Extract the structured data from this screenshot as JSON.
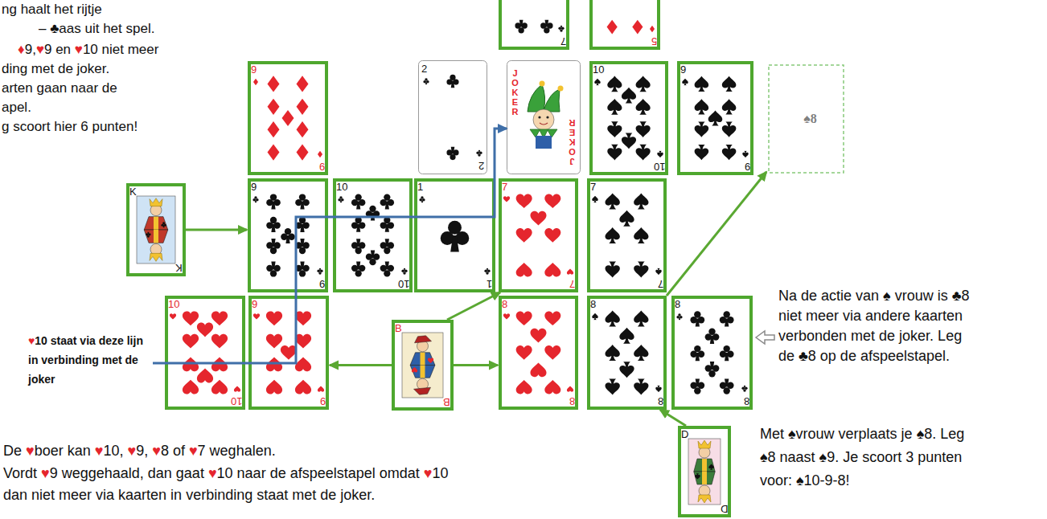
{
  "diagram": {
    "nodes": [
      {
        "text": [
          "7"
        ]
      },
      {
        "text": [
          "5"
        ]
      },
      {
        "text": [
          "9",
          "9"
        ]
      },
      {
        "text": [
          "2",
          "2"
        ]
      },
      {
        "text": [
          "JOKER",
          "JOKER"
        ]
      },
      {
        "text": [
          "10",
          "10"
        ]
      },
      {
        "text": [
          "9",
          "9"
        ]
      },
      {
        "text": [
          "♠8"
        ]
      },
      {
        "text": [
          "K",
          "K"
        ]
      },
      {
        "text": [
          "9",
          "9"
        ]
      },
      {
        "text": [
          "10",
          "10"
        ]
      },
      {
        "text": [
          "1",
          "1"
        ]
      },
      {
        "text": [
          "7",
          "7"
        ]
      },
      {
        "text": [
          "7",
          "7"
        ]
      },
      {
        "text": [
          "10",
          "10"
        ]
      },
      {
        "text": [
          "9",
          "9"
        ]
      },
      {
        "text": [
          "B",
          "B"
        ]
      },
      {
        "text": [
          "8",
          "8"
        ]
      },
      {
        "text": [
          "8",
          "8"
        ]
      },
      {
        "text": [
          "8",
          "8"
        ]
      },
      {
        "text": [
          "D",
          "D"
        ]
      }
    ],
    "edges": [
      {
        "from": 8,
        "to": 9,
        "arrow": "to"
      },
      {
        "from": 16,
        "to": 15,
        "arrow": "to"
      },
      {
        "from": 16,
        "to": 17,
        "arrow": "to"
      },
      {
        "from": 16,
        "to": 12,
        "arrow": "to"
      },
      {
        "from": 20,
        "to": 18,
        "arrow": "to"
      },
      {
        "from": 18,
        "to": 7,
        "arrow": "to"
      },
      {
        "from": 14,
        "to": 4,
        "arrow": "to"
      }
    ],
    "labels": [
      "ng haalt het rijtje",
      "– ♣aas uit het spel.",
      "♦9,♥9 en ♥10 niet meer",
      "ding met de joker.",
      "arten gaan naar de",
      "apel.",
      "g scoort hier 6 punten!",
      "♥10 staat via deze lijn in verbinding met de joker",
      "De ♥boer kan ♥10, ♥9, ♥8 of ♥7 weghalen.",
      "Vordt ♥9 weggehaald, dan gaat ♥10 naar de afspeelstapel omdat ♥10 dan niet meer via kaarten in verbinding staat met de joker.",
      "Na de actie van ♠ vrouw is ♣8 niet meer via andere kaarten verbonden met de joker. Leg de ♣8 op de afspeelstapel.",
      "Met ♠vrouw verplaats je ♠8. Leg ♠8 naast ♠9. Je scoort 3 punten voor: ♠10-9-8!"
    ]
  }
}
